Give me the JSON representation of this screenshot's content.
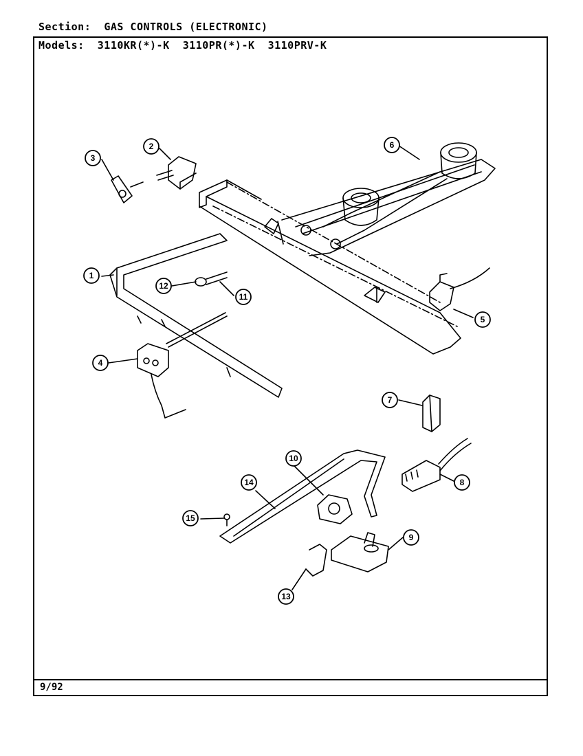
{
  "header": {
    "section_label": "Section:",
    "section_title": "GAS CONTROLS (ELECTRONIC)",
    "models_label": "Models:",
    "models": [
      "3110KR(*)-K",
      "3110PR(*)-K",
      "3110PRV-K"
    ]
  },
  "footer": {
    "date": "9/92"
  },
  "callouts": [
    "1",
    "2",
    "3",
    "4",
    "5",
    "6",
    "7",
    "8",
    "9",
    "10",
    "11",
    "12",
    "13",
    "14",
    "15"
  ]
}
